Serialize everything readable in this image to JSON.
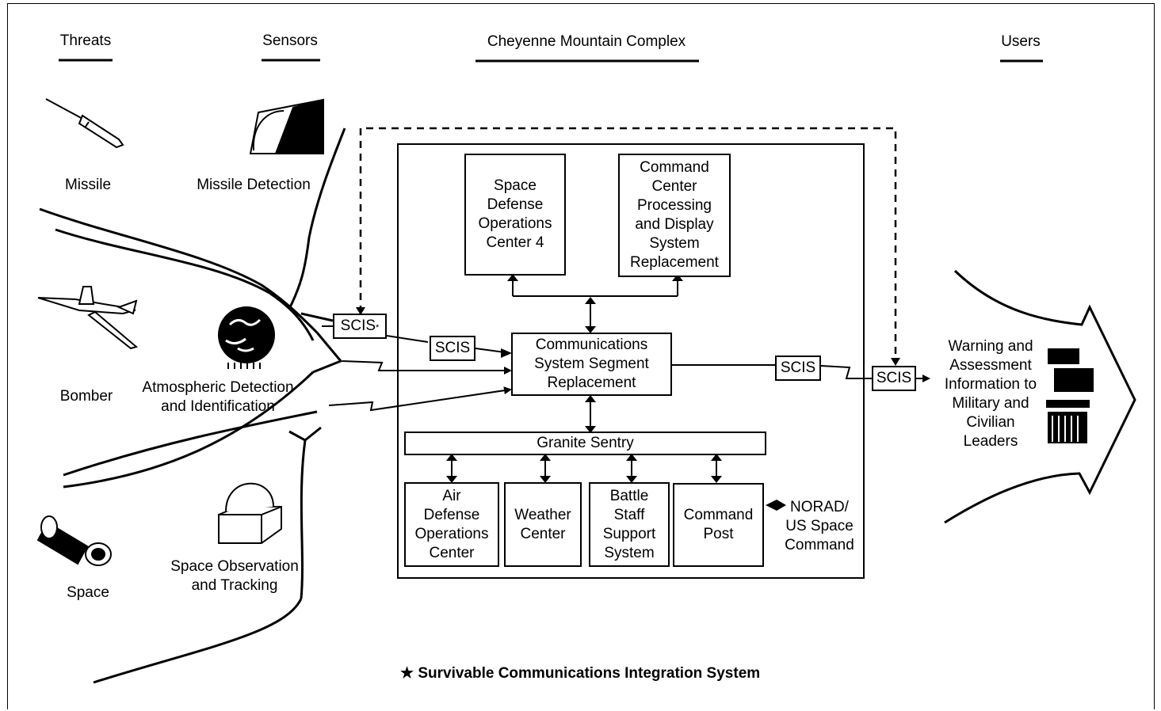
{
  "headers": {
    "threats": "Threats",
    "sensors": "Sensors",
    "cheyenne": "Cheyenne Mountain Complex",
    "users": "Users"
  },
  "threats": {
    "missile": "Missile",
    "bomber": "Bomber",
    "space": "Space"
  },
  "sensors": {
    "missile_detection": "Missile Detection",
    "atmospheric": "Atmospheric Detection\nand Identification",
    "space_obs": "Space Observation\nand Tracking"
  },
  "boxes": {
    "sdoc": "Space\nDefense\nOperations\nCenter 4",
    "ccpds": "Command\nCenter\nProcessing\nand Display\nSystem\nReplacement",
    "cssr": "Communications\nSystem Segment\nReplacement",
    "granite": "Granite Sentry",
    "adoc": "Air\nDefense\nOperations\nCenter",
    "weather": "Weather\nCenter",
    "bsss": "Battle\nStaff\nSupport\nSystem",
    "cp": "Command\nPost",
    "norad": "NORAD/\nUS Space\nCommand"
  },
  "scis": {
    "scis_star": "SCIS",
    "star": "*",
    "scis": "SCIS"
  },
  "users": {
    "text": "Warning and\nAssessment\nInformation to\nMilitary and\nCivilian\nLeaders"
  },
  "footnote": {
    "star": "★",
    "text": "Survivable Communications  Integration System"
  }
}
